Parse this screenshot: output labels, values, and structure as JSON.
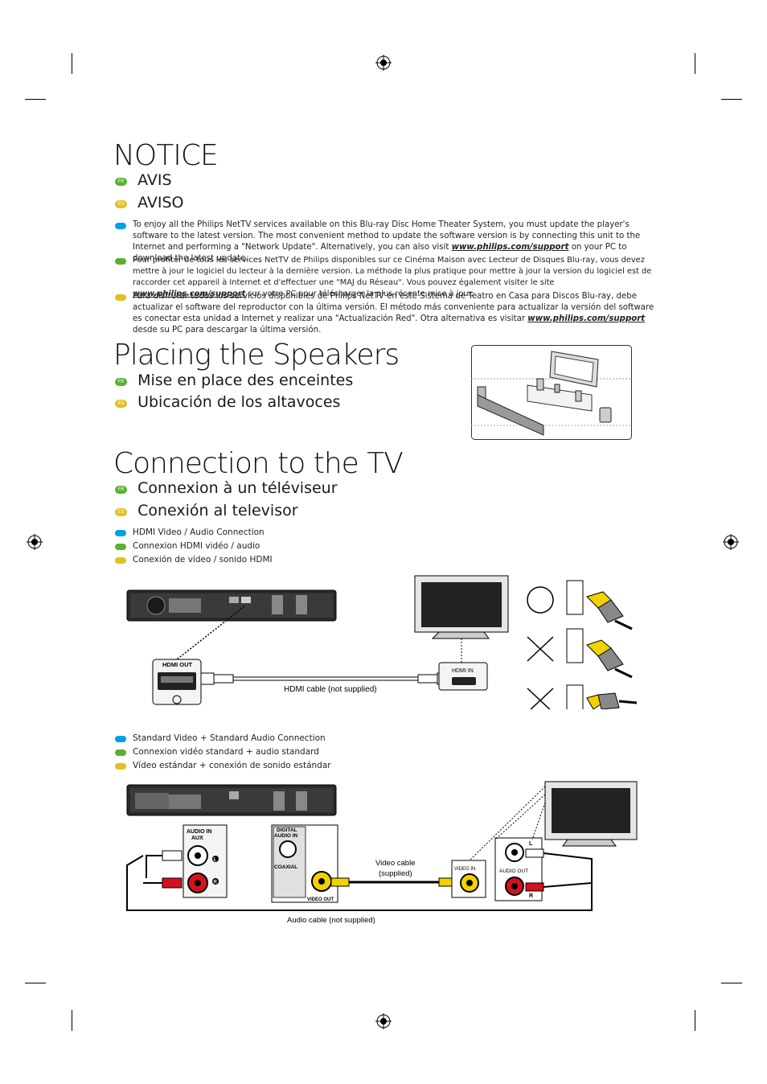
{
  "notice": {
    "title": "NOTICE",
    "fr_code": "FR",
    "fr_title": "AVIS",
    "es_code": "ES",
    "es_title": "AVISO",
    "en_text_a": "To enjoy all the Philips NetTV services available on this Blu-ray Disc Home Theater System, you must update the player's software to the latest version. The most convenient method to update the software version is by connecting this unit to the Internet and performing a \"Network Update\". Alternatively, you can also visit ",
    "en_link": "www.philips.com/support",
    "en_text_b": " on your PC to download the latest update.",
    "fr_text_a": "Pour profiter de tous les services NetTV de Philips disponibles sur ce Cinéma Maison avec Lecteur de Disques Blu-ray, vous devez mettre à jour le logiciel du lecteur à la dernière version. La méthode la plus pratique pour mettre à jour la version du logiciel est de raccorder cet appareil à Internet et d'effectuer une \"MAJ du Réseau\". Vous pouvez également visiter le site ",
    "fr_link": "www.philips.com/support",
    "fr_text_b": " sur votre PC pour télécharger la plus récente mise à jour.",
    "es_text_a": "Para disfrutar todos los servicios disponibles de Philips NetTV en este Sistema de Teatro en Casa para Discos Blu-ray, debe actualizar el software del reproductor con la última versión. El método más conveniente para actualizar la versión del software es conectar esta unidad a Internet y realizar una \"Actualización Red\". Otra alternativa es visitar ",
    "es_link": "www.philips.com/support",
    "es_text_b": " desde su PC para descargar la última versión."
  },
  "speakers": {
    "title": "Placing the Speakers",
    "fr_code": "FR",
    "fr_title": "Mise en place des enceintes",
    "es_code": "ES",
    "es_title": "Ubicación de los altavoces"
  },
  "connection": {
    "title": "Connection to the TV",
    "fr_code": "FR",
    "fr_title": "Connexion à un téléviseur",
    "es_code": "ES",
    "es_title": "Conexión al televisor",
    "hdmi_en": "HDMI Video / Audio Connection",
    "hdmi_fr": "Connexion HDMI vidéo / audio",
    "hdmi_es": "Conexión de vídeo / sonido HDMI",
    "std_en": "Standard Video + Standard Audio Connection",
    "std_fr": "Connexion vidéo standard + audio standard",
    "std_es": "Vídeo estándar + conexión de sonido estándar"
  },
  "diagram_hdmi": {
    "hdmi_out": "HDMI OUT",
    "hdmi_in": "HDMI IN",
    "cable": "HDMI cable (not supplied)"
  },
  "diagram_std": {
    "audio_in_aux": "AUDIO IN",
    "aux": "AUX",
    "l": "L",
    "r": "R",
    "digital_audio_in": "DIGITAL",
    "digital_audio_in2": "AUDIO IN",
    "coaxial": "COAXIAL",
    "video_out": "VIDEO OUT",
    "video_cable": "Video cable",
    "video_cable2": "(supplied)",
    "video_in": "VIDEO IN",
    "audio_out": "AUDIO OUT",
    "tv_l": "L",
    "tv_r": "R",
    "audio_cable": "Audio cable (not supplied)"
  },
  "colors": {
    "en": "#00a0e3",
    "fr": "#5cb030",
    "es": "#e3c020",
    "yellow_plug": "#f2d200",
    "red_plug": "#d4111e"
  }
}
